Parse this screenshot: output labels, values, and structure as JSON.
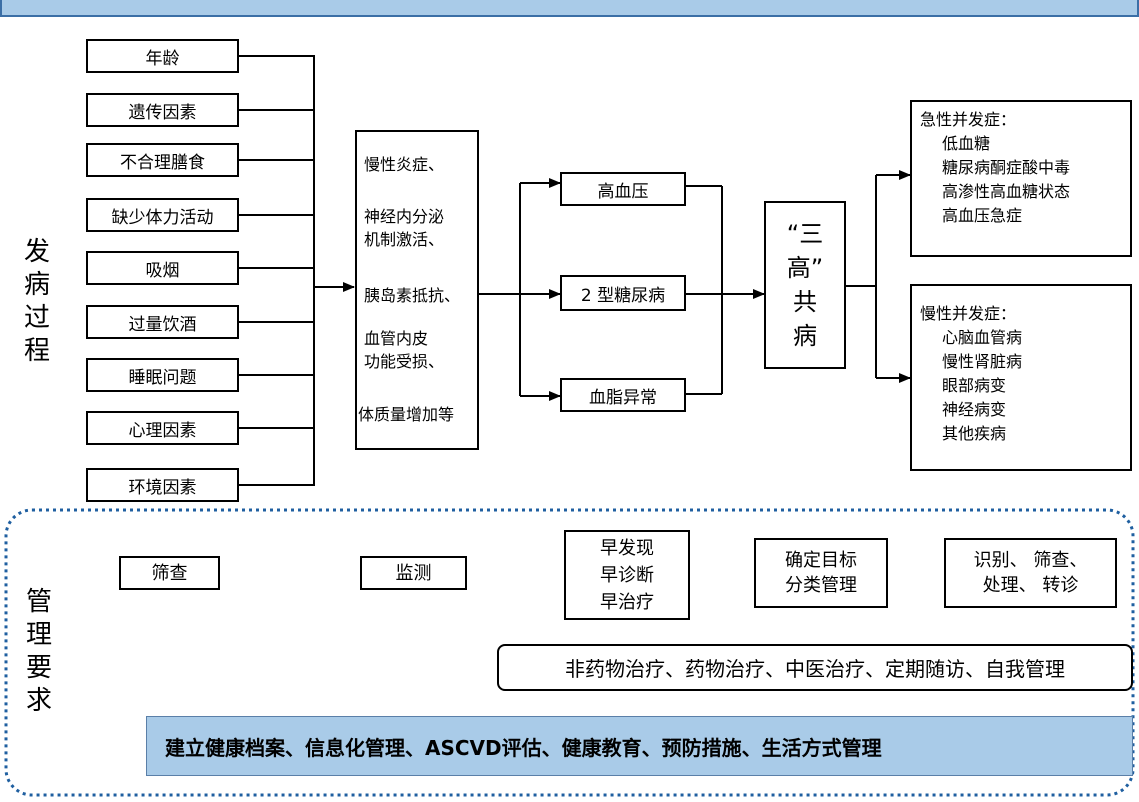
{
  "side_labels": {
    "process": [
      "发",
      "病",
      "过",
      "程"
    ],
    "management": [
      "管",
      "理",
      "要",
      "求"
    ]
  },
  "risk_factors": [
    "年龄",
    "遗传因素",
    "不合理膳食",
    "缺少体力活动",
    "吸烟",
    "过量饮酒",
    "睡眠问题",
    "心理因素",
    "环境因素"
  ],
  "mechanisms": [
    "慢性炎症、",
    "神经内分泌",
    "机制激活、",
    "胰岛素抵抗、",
    "血管内皮",
    "功能受损、",
    "体质量增加等"
  ],
  "conditions": [
    "高血压",
    "2 型糖尿病",
    "血脂异常"
  ],
  "center": [
    "“三",
    "高”",
    "共",
    "病"
  ],
  "acute": {
    "title": "急性并发症：",
    "items": [
      "低血糖",
      "糖尿病酮症酸中毒",
      "高渗性高血糖状态",
      "高血压急症"
    ]
  },
  "chronic": {
    "title": "慢性并发症：",
    "items": [
      "心脑血管病",
      "慢性肾脏病",
      "眼部病变",
      "神经病变",
      "其他疾病"
    ]
  },
  "management": {
    "screening": "筛查",
    "monitoring": "监测",
    "early": [
      "早发现",
      "早诊断",
      "早治疗"
    ],
    "goals": [
      "确定目标",
      "分类管理"
    ],
    "identify": [
      "识别、 筛查、",
      "处理、 转诊"
    ],
    "treatment": "非药物治疗、药物治疗、中医治疗、定期随访、自我管理",
    "bottom": "建立健康档案、信息化管理、ASCVD评估、健康教育、预防措施、生活方式管理"
  },
  "colors": {
    "banner": "#a9cbe8",
    "dashed_border": "#1f5fa0"
  }
}
